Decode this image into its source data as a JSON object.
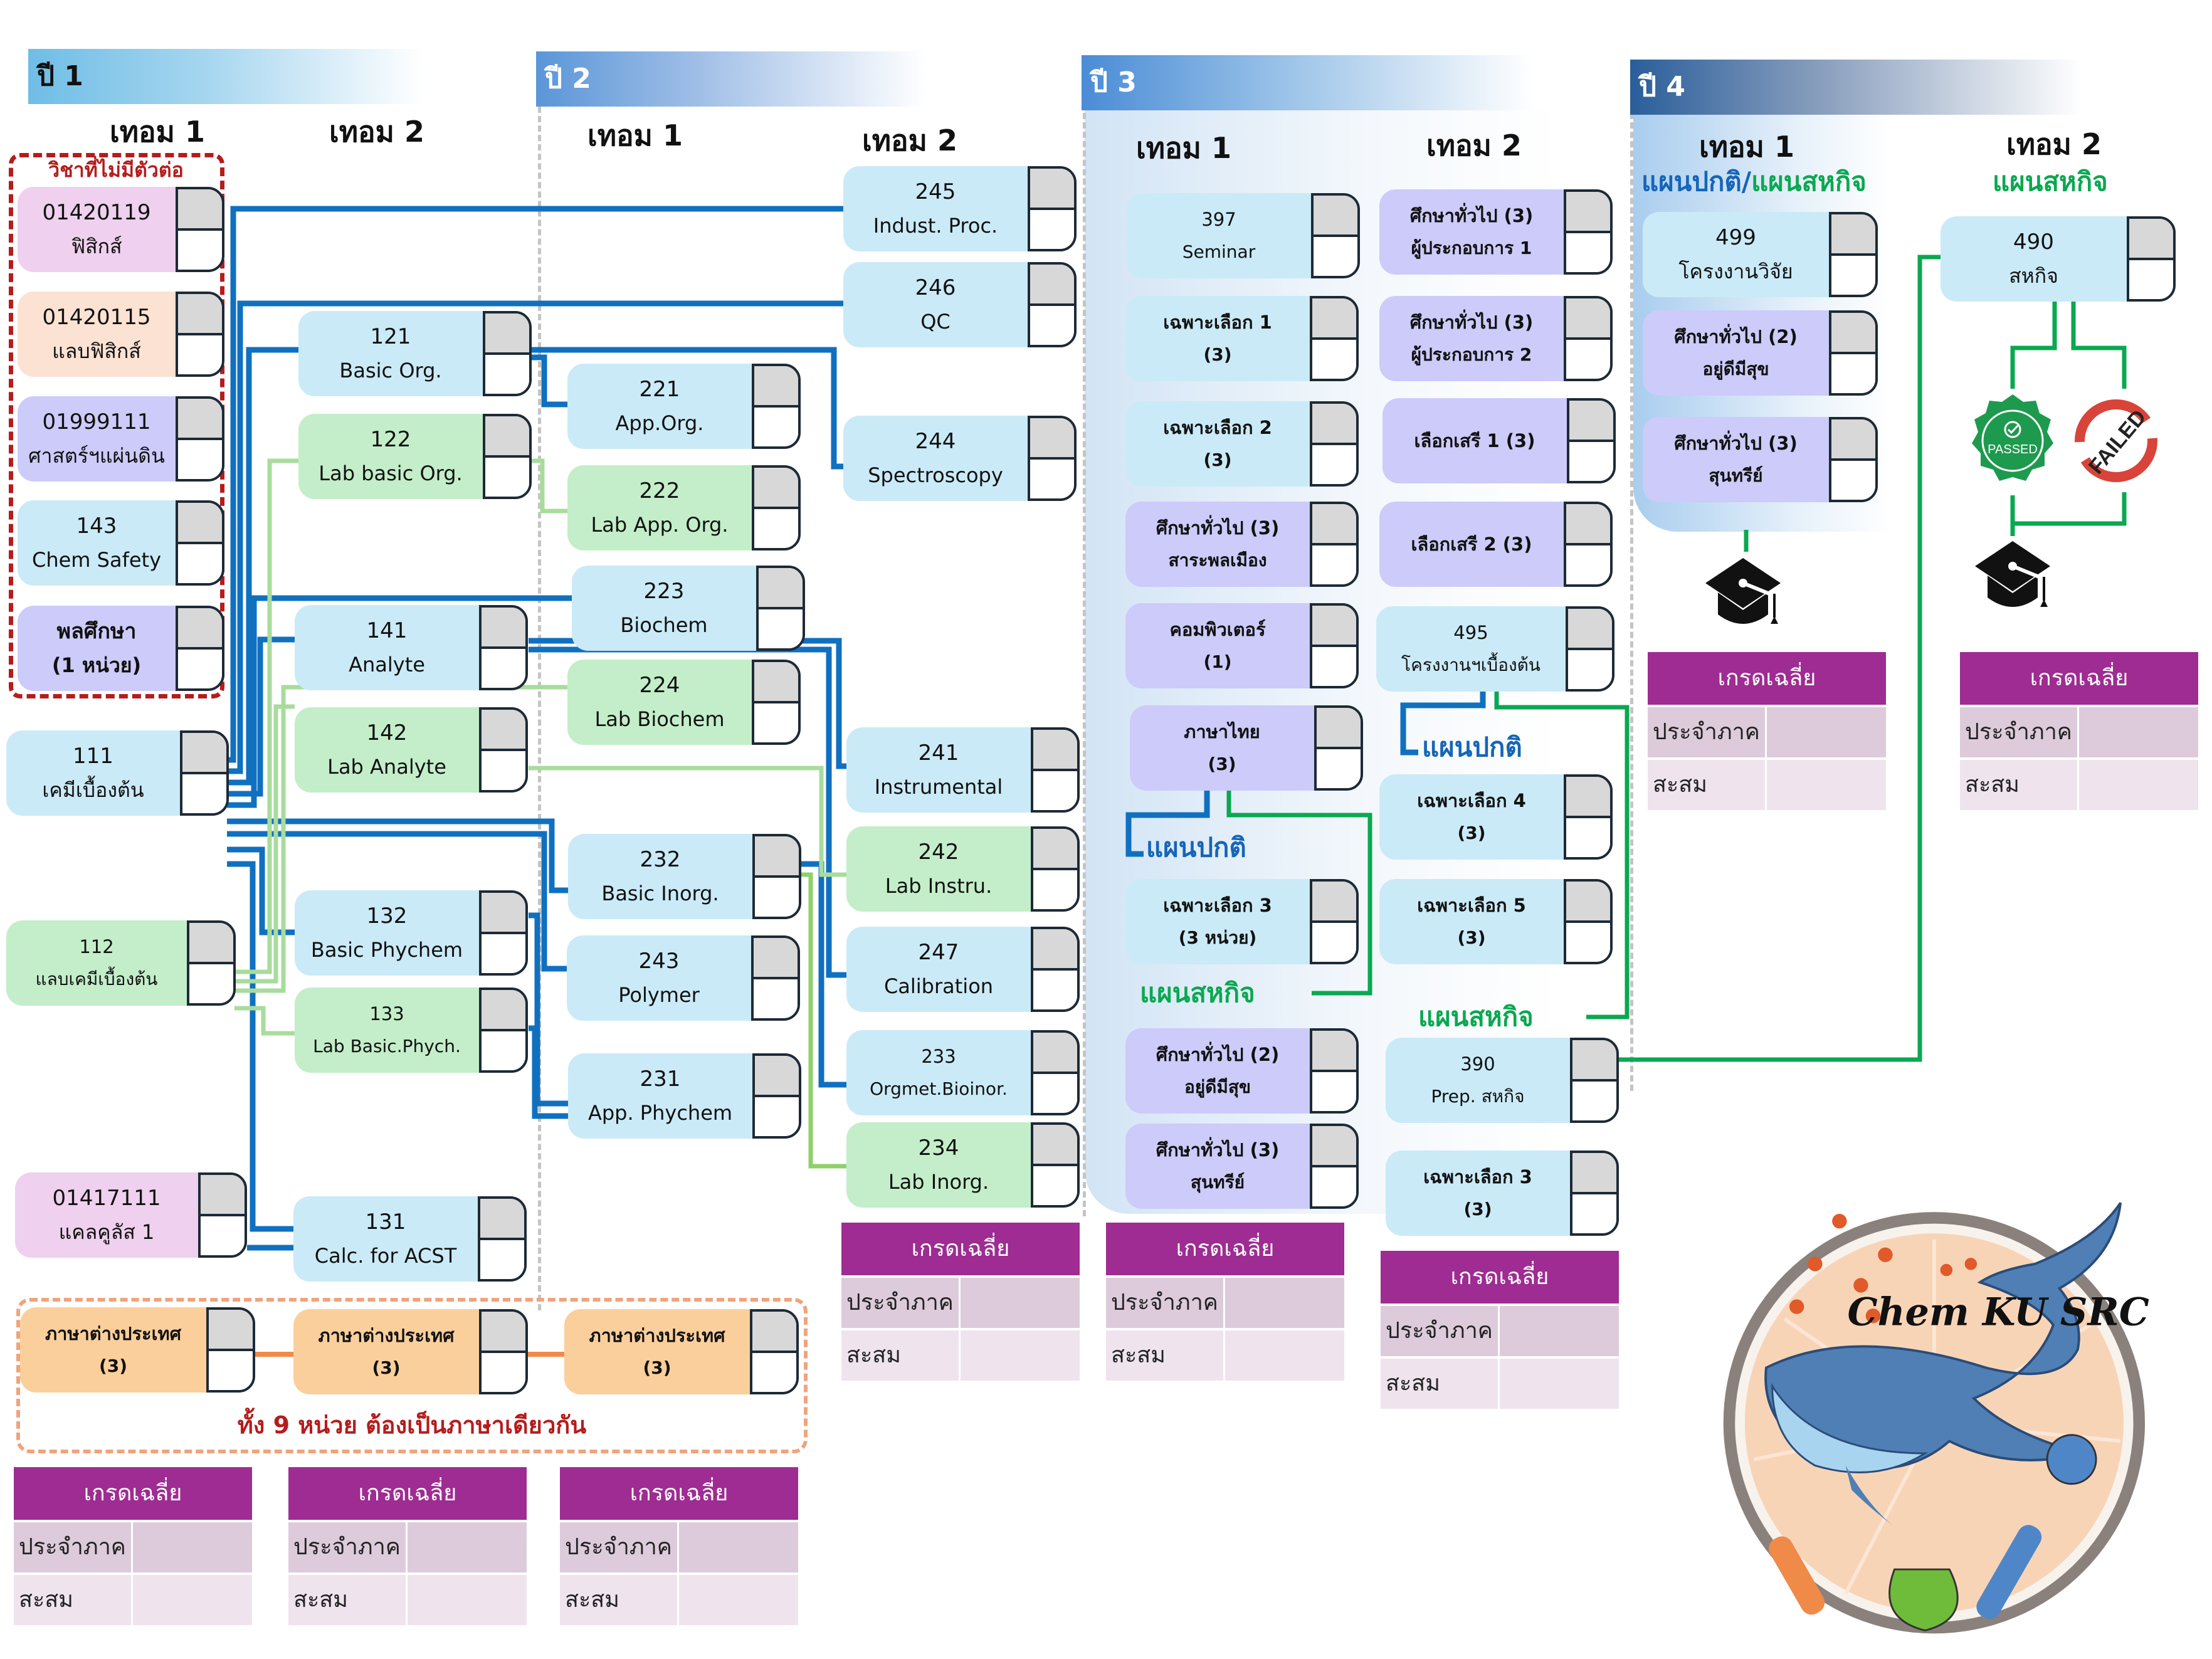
{
  "years": [
    {
      "label": "ปี 1"
    },
    {
      "label": "ปี 2"
    },
    {
      "label": "ปี 3"
    },
    {
      "label": "ปี 4"
    }
  ],
  "terms": {
    "y1t1": "เทอม 1",
    "y1t2": "เทอม 2",
    "y2t1": "เทอม 1",
    "y2t2": "เทอม 2",
    "y3t1": "เทอม 1",
    "y3t2": "เทอม 2",
    "y4t1": "เทอม 1",
    "y4t2": "เทอม 2"
  },
  "plans": {
    "y4t1_normal": "แผนปกติ",
    "y4t1_sep": "/",
    "y4t1_coop": "แผนสหกิจ",
    "y4t2_coop": "แผนสหกิจ",
    "y3t1_normal": "แผนปกติ",
    "y3t1_coop": "แผนสหกิจ",
    "y3t2_normal": "แผนปกติ",
    "y3t2_coop": "แผนสหกิจ"
  },
  "notes": {
    "no_prereq": "วิชาที่ไม่มีตัวต่อ",
    "language_rule": "ทั้ง 9 หน่วย ต้องเป็นภาษาเดียวกัน"
  },
  "courses": {
    "c01420119": {
      "line1": "01420119",
      "line2": "ฟิสิกส์"
    },
    "c01420115": {
      "line1": "01420115",
      "line2": "แลบฟิสิกส์"
    },
    "c01999111": {
      "line1": "01999111",
      "line2": "ศาสตร์ฯแผ่นดิน"
    },
    "c143": {
      "line1": "143",
      "line2": "Chem Safety"
    },
    "cpe": {
      "line1": "พลศึกษา",
      "line2": "(1 หน่วย)"
    },
    "c111": {
      "line1": "111",
      "line2": "เคมีเบื้องต้น"
    },
    "c112": {
      "line1": "112",
      "line2": "แลบเคมีเบื้องต้น"
    },
    "c01417111": {
      "line1": "01417111",
      "line2": "แคลคูลัส 1"
    },
    "c121": {
      "line1": "121",
      "line2": "Basic Org."
    },
    "c122": {
      "line1": "122",
      "line2": "Lab basic Org."
    },
    "c141": {
      "line1": "141",
      "line2": "Analyte"
    },
    "c142": {
      "line1": "142",
      "line2": "Lab Analyte"
    },
    "c132": {
      "line1": "132",
      "line2": "Basic Phychem"
    },
    "c133": {
      "line1": "133",
      "line2": "Lab Basic.Phych."
    },
    "c131": {
      "line1": "131",
      "line2": "Calc. for ACST"
    },
    "lang1": {
      "line1": "ภาษาต่างประเทศ",
      "line2": "(3)"
    },
    "lang2": {
      "line1": "ภาษาต่างประเทศ",
      "line2": "(3)"
    },
    "lang3": {
      "line1": "ภาษาต่างประเทศ",
      "line2": "(3)"
    },
    "c221": {
      "line1": "221",
      "line2": "App.Org."
    },
    "c222": {
      "line1": "222",
      "line2": "Lab App. Org."
    },
    "c223": {
      "line1": "223",
      "line2": "Biochem"
    },
    "c224": {
      "line1": "224",
      "line2": "Lab Biochem"
    },
    "c232": {
      "line1": "232",
      "line2": "Basic Inorg."
    },
    "c243": {
      "line1": "243",
      "line2": "Polymer"
    },
    "c231": {
      "line1": "231",
      "line2": "App. Phychem"
    },
    "c245": {
      "line1": "245",
      "line2": "Indust. Proc."
    },
    "c246": {
      "line1": "246",
      "line2": "QC"
    },
    "c244": {
      "line1": "244",
      "line2": "Spectroscopy"
    },
    "c241": {
      "line1": "241",
      "line2": "Instrumental"
    },
    "c242": {
      "line1": "242",
      "line2": "Lab Instru."
    },
    "c247": {
      "line1": "247",
      "line2": "Calibration"
    },
    "c233": {
      "line1": "233",
      "line2": "Orgmet.Bioinor."
    },
    "c234": {
      "line1": "234",
      "line2": "Lab Inorg."
    },
    "c397": {
      "line1": "397",
      "line2": "Seminar"
    },
    "el1": {
      "line1": "เฉพาะเลือก 1",
      "line2": "(3)"
    },
    "el2": {
      "line1": "เฉพาะเลือก 2",
      "line2": "(3)"
    },
    "gecivic": {
      "line1": "ศึกษาทั่วไป (3)",
      "line2": "สาระพลเมือง"
    },
    "comp": {
      "line1": "คอมพิวเตอร์",
      "line2": "(1)"
    },
    "thai": {
      "line1": "ภาษาไทย",
      "line2": "(3)"
    },
    "el3a": {
      "line1": "เฉพาะเลือก 3",
      "line2": "(3 หน่วย)"
    },
    "gewell3": {
      "line1": "ศึกษาทั่วไป (2)",
      "line2": "อยู่ดีมีสุข"
    },
    "geaes3": {
      "line1": "ศึกษาทั่วไป (3)",
      "line2": "สุนทรีย์"
    },
    "geent1": {
      "line1": "ศึกษาทั่วไป (3)",
      "line2": "ผู้ประกอบการ 1"
    },
    "geent2": {
      "line1": "ศึกษาทั่วไป (3)",
      "line2": "ผู้ประกอบการ 2"
    },
    "free1": {
      "line1": "เลือกเสรี 1 (3)"
    },
    "free2": {
      "line1": "เลือกเสรี 2 (3)"
    },
    "c495": {
      "line1": "495",
      "line2": "โครงงานฯเบื้องต้น"
    },
    "el4": {
      "line1": "เฉพาะเลือก 4",
      "line2": "(3)"
    },
    "el5": {
      "line1": "เฉพาะเลือก 5",
      "line2": "(3)"
    },
    "c390": {
      "line1": "390",
      "line2": "Prep. สหกิจ"
    },
    "el3b": {
      "line1": "เฉพาะเลือก 3",
      "line2": "(3)"
    },
    "c499": {
      "line1": "499",
      "line2": "โครงงานวิจัย"
    },
    "gewell4": {
      "line1": "ศึกษาทั่วไป (2)",
      "line2": "อยู่ดีมีสุข"
    },
    "geaes4": {
      "line1": "ศึกษาทั่วไป (3)",
      "line2": "สุนทรีย์"
    },
    "c490": {
      "line1": "490",
      "line2": "สหกิจ"
    }
  },
  "grade_table": {
    "header": "เกรดเฉลี่ย",
    "row_term": "ประจำภาค",
    "row_cum": "สะสม"
  },
  "stamps": {
    "passed": "PASSED",
    "failed": "FAILED"
  },
  "logo": {
    "text": "Chem KU SRC"
  },
  "colors": {
    "prereq_line": "#1070c0",
    "lab_line": "#a8dc9c",
    "coop_line": "#0aa850",
    "grade_header": "#9e2c92",
    "note_red": "#b51c1c"
  }
}
